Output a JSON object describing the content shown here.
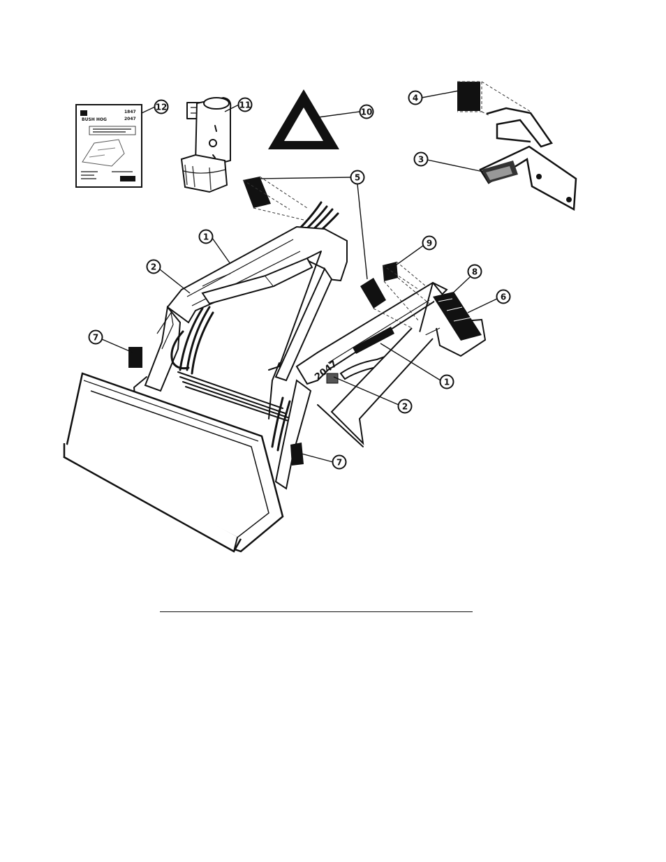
{
  "manual_cover": {
    "brand": "BUSH HOG",
    "models": [
      "1847",
      "2047"
    ]
  },
  "loader_model_label": "2047",
  "callouts": [
    {
      "label": "1",
      "target": "left-boom-arm-decal"
    },
    {
      "label": "1",
      "target": "right-boom-arm-decal"
    },
    {
      "label": "2",
      "target": "left-boom-arm-front-decal"
    },
    {
      "label": "2",
      "target": "right-boom-arm-front-decal"
    },
    {
      "label": "3",
      "target": "boom-hose-decals"
    },
    {
      "label": "4",
      "target": "bracket-decal-lower"
    },
    {
      "label": "5",
      "target": "bracket-decal-upper"
    },
    {
      "label": "6",
      "target": "mount-decal"
    },
    {
      "label": "7",
      "target": "upright-decal-left"
    },
    {
      "label": "7",
      "target": "upright-decal-right"
    },
    {
      "label": "8",
      "target": "mount-decal-upper"
    },
    {
      "label": "9",
      "target": "boom-decal-rear"
    },
    {
      "label": "10",
      "target": "smv-emblem"
    },
    {
      "label": "11",
      "target": "manual-canister"
    },
    {
      "label": "12",
      "target": "operators-manual"
    }
  ]
}
